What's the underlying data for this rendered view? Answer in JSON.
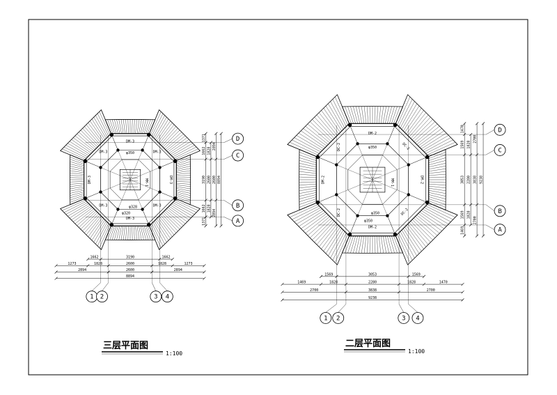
{
  "plans": [
    {
      "id": "third-floor",
      "title": "三层平面图",
      "scale": "1:100",
      "axes_bottom": [
        "1",
        "2",
        "3",
        "4"
      ],
      "axes_right": [
        "D",
        "C",
        "B",
        "A"
      ],
      "labels": {
        "dm_top": "DM-3",
        "dm_bottom": "DM-3",
        "dm_left_top": "DM-3",
        "dm_right_top": "DM-3",
        "dm_left_bottom": "DM-3",
        "dm_right_bottom": "DM-3",
        "dm_left": "DM-3",
        "dm_right": "DM-3",
        "mm": "MM-1",
        "dia_top": "φ350",
        "dia_mid": "φ328",
        "dia_low": "φ320"
      },
      "dims_bottom_row1": [
        "1662",
        "3190",
        "1662"
      ],
      "dims_bottom_row2": [
        "1273",
        "1828",
        "2600",
        "1828",
        "1273"
      ],
      "dims_bottom_row3": [
        "2894",
        "2600",
        "2894"
      ],
      "dims_bottom_row4": [
        "8894"
      ],
      "dims_right_col1": [
        "1371",
        "1662",
        "3190",
        "1662",
        "1371"
      ],
      "dims_right_col2": [
        "1828",
        "2600",
        "1828"
      ],
      "dims_right_col3": [
        "2894",
        "2600",
        "2894"
      ],
      "dims_right_col4": [
        "8894"
      ]
    },
    {
      "id": "second-floor",
      "title": "二层平面图",
      "scale": "1:100",
      "axes_bottom": [
        "1",
        "2",
        "3",
        "4"
      ],
      "axes_right": [
        "D",
        "C",
        "B",
        "A"
      ],
      "labels": {
        "dm_top": "DM-2",
        "dm_bottom": "DM-2",
        "dc_left_top": "DC-2",
        "dc_right_top": "DC-2",
        "dc_left_bottom": "DC-2",
        "dc_right_bottom": "DC-2",
        "dm_left": "DM-2",
        "dm_right": "DM-2",
        "mm": "MM-1",
        "dia_top": "φ350",
        "dia_mid": "φ350",
        "dia_low": "φ350"
      },
      "dims_bottom_row1": [
        "1569",
        "3053",
        "1569"
      ],
      "dims_bottom_row2": [
        "1469",
        "1828",
        "2280",
        "1828",
        "1470"
      ],
      "dims_bottom_row3": [
        "2700",
        "3838",
        "2700"
      ],
      "dims_bottom_row4": [
        "9238"
      ],
      "dims_right_col1": [
        "1470",
        "1569",
        "3053",
        "1569",
        "1469"
      ],
      "dims_right_col2": [
        "1828",
        "2280",
        "1828"
      ],
      "dims_right_col3": [
        "2700",
        "3838",
        "2700"
      ],
      "dims_right_col4": [
        "9238"
      ]
    }
  ]
}
